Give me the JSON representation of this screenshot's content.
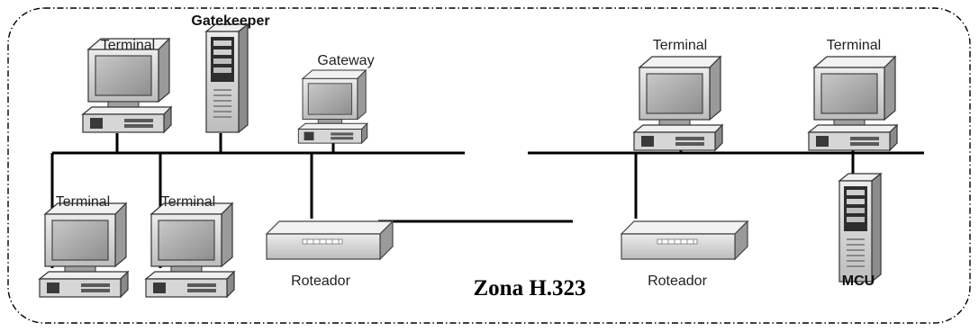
{
  "zone_title": "Zona H.323",
  "labels": {
    "terminal": "Terminal",
    "gatekeeper": "Gatekeeper",
    "gateway": "Gateway",
    "router": "Roteador",
    "mcu": "MCU"
  },
  "colors": {
    "boundary": "#000000",
    "device_body": "#d9d9d9",
    "device_shadow": "#8c8c8c",
    "screen": "#a9a9a9"
  },
  "icons": [
    "computer-icon",
    "server-tower-icon",
    "router-icon"
  ]
}
